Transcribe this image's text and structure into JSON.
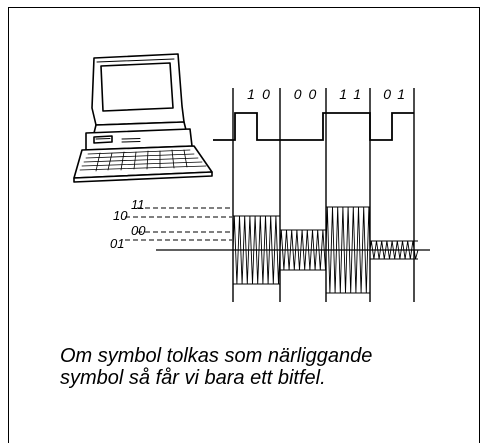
{
  "bit_groups": [
    {
      "a": "1",
      "b": "0"
    },
    {
      "a": "0",
      "b": "0"
    },
    {
      "a": "1",
      "b": "1"
    },
    {
      "a": "0",
      "b": "1"
    }
  ],
  "level_labels": [
    "11",
    "10",
    "00",
    "01"
  ],
  "caption": {
    "line1": "Om symbol tolkas som närliggande",
    "line2": "symbol så får vi bara ett bitfel."
  },
  "icons": [
    "computer-icon"
  ],
  "colors": {
    "line": "#000000",
    "background": "#ffffff"
  }
}
